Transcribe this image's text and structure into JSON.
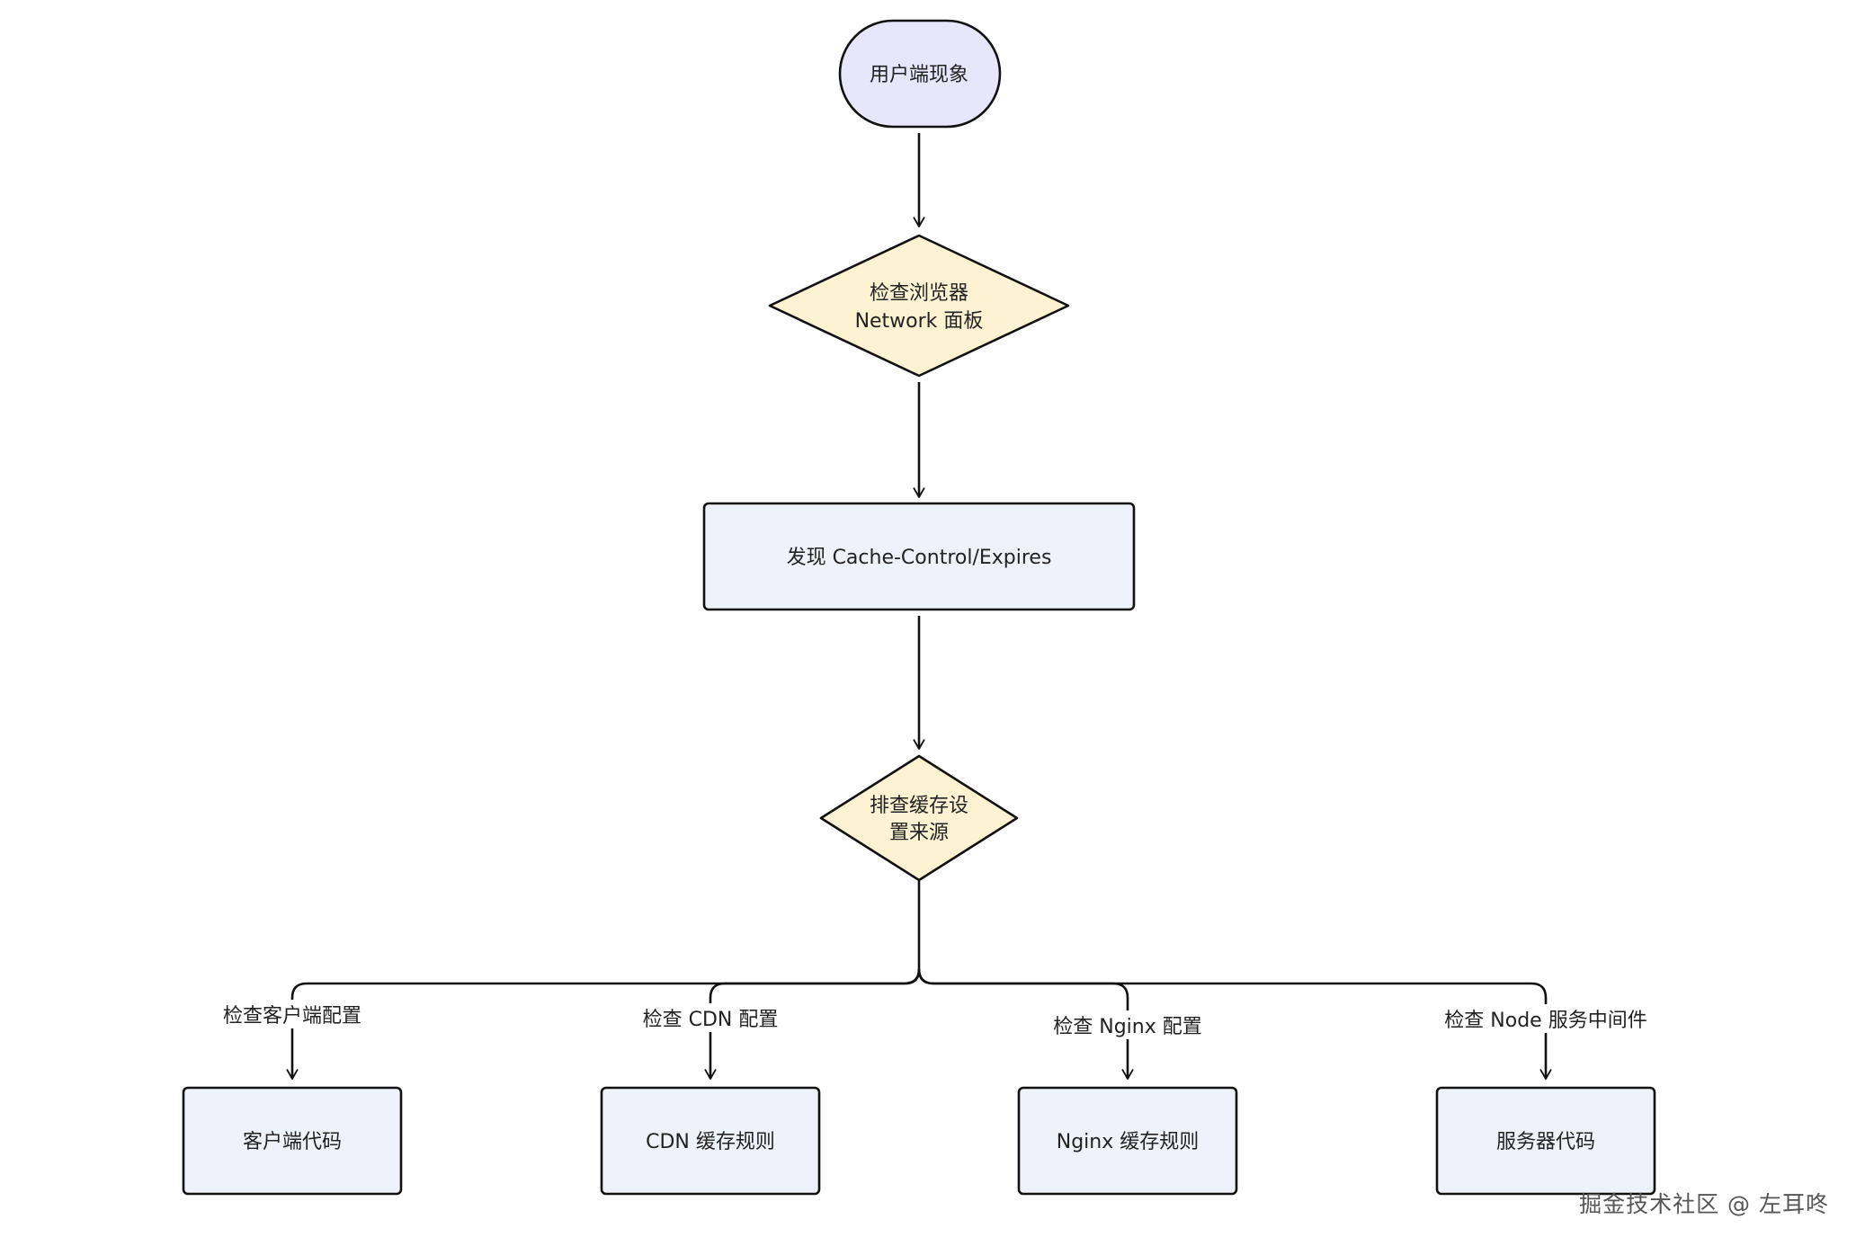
{
  "nodes": {
    "start": {
      "label": "用户端现象",
      "shape": "stadium",
      "fill": "#E8E6FB"
    },
    "check_network": {
      "lines": [
        "检查浏览器",
        "Network 面板"
      ],
      "shape": "diamond",
      "fill": "#FDF2D2"
    },
    "found_headers": {
      "label": "发现 Cache-Control/Expires",
      "shape": "rect",
      "fill": "#EEF3FB"
    },
    "trace_source": {
      "lines": [
        "排查缓存设",
        "置来源"
      ],
      "shape": "diamond",
      "fill": "#FDF2D2"
    },
    "client_code": {
      "label": "客户端代码",
      "shape": "rect",
      "fill": "#EEF3FB"
    },
    "cdn_rules": {
      "label": "CDN 缓存规则",
      "shape": "rect",
      "fill": "#EEF3FB"
    },
    "nginx_rules": {
      "label": "Nginx 缓存规则",
      "shape": "rect",
      "fill": "#EEF3FB"
    },
    "server_code": {
      "label": "服务器代码",
      "shape": "rect",
      "fill": "#EEF3FB"
    }
  },
  "edges": {
    "to_client": {
      "label": "检查客户端配置"
    },
    "to_cdn": {
      "label": "检查 CDN 配置"
    },
    "to_nginx": {
      "label": "检查 Nginx 配置"
    },
    "to_server": {
      "label": "检查 Node 服务中间件"
    }
  },
  "colors": {
    "stroke": "#111111",
    "text": "#222222"
  },
  "watermark": "掘金技术社区 @ 左耳咚"
}
